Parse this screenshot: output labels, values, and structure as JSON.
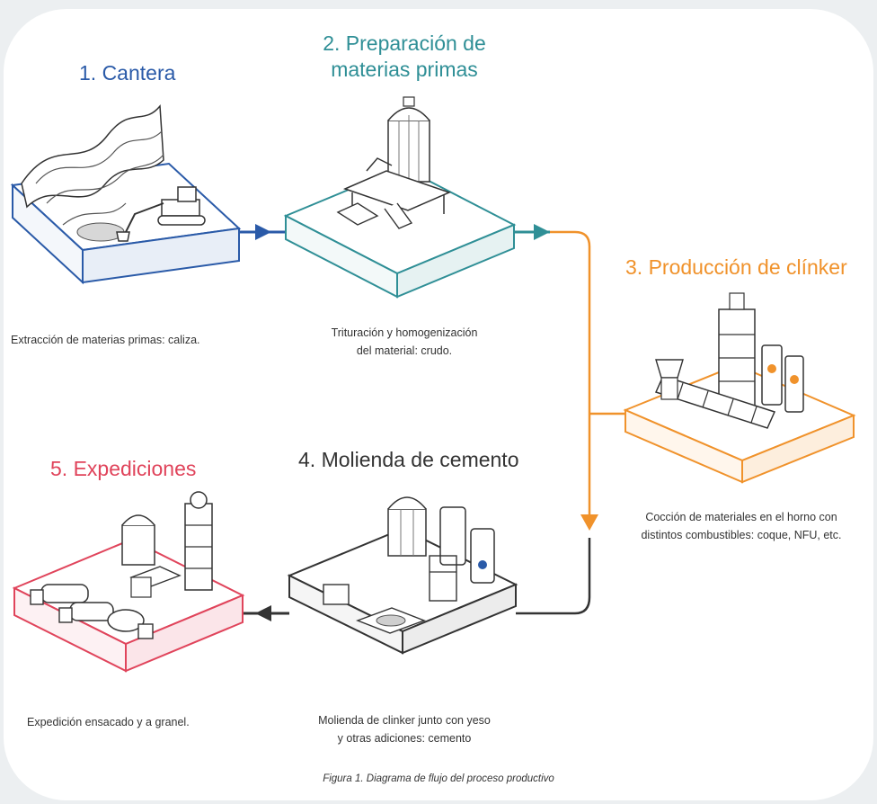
{
  "colors": {
    "quarry": "#2a5aa8",
    "prep": "#2f8f96",
    "clinker": "#f0922b",
    "grinding": "#333333",
    "shipping": "#e0445b",
    "text": "#333333"
  },
  "steps": {
    "quarry": {
      "title": "1. Cantera",
      "description": "Extracción de materias primas: caliza."
    },
    "prep": {
      "title_line1": "2. Preparación de",
      "title_line2": "materias primas",
      "description_line1": "Trituración y homogenización",
      "description_line2": "del material: crudo."
    },
    "clinker": {
      "title": "3. Producción de clínker",
      "description_line1": "Cocción de materiales en el horno con",
      "description_line2": "distintos combustibles: coque, NFU, etc."
    },
    "grinding": {
      "title": "4. Molienda de cemento",
      "description_line1": "Molienda de clinker junto con yeso",
      "description_line2": "y otras adiciones: cemento"
    },
    "shipping": {
      "title": "5. Expediciones",
      "description": "Expedición ensacado y a granel."
    }
  },
  "caption": "Figura 1. Diagrama de flujo del proceso productivo"
}
